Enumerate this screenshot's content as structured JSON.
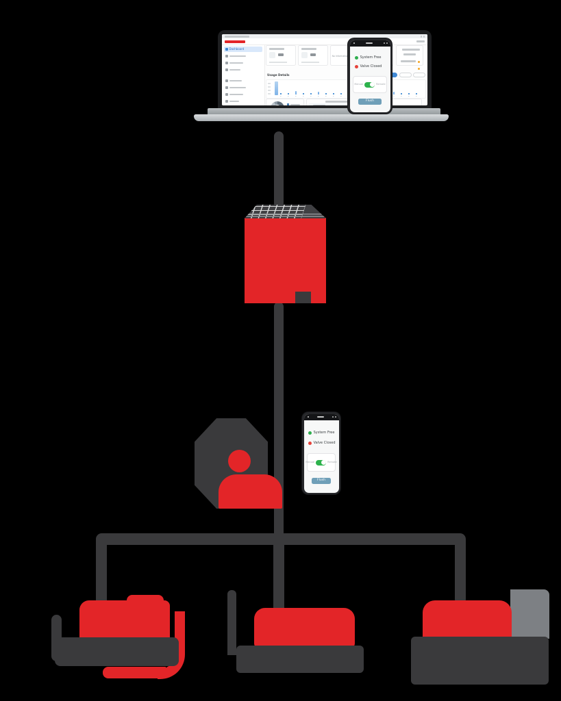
{
  "colors": {
    "background": "#000000",
    "accent_red": "#e32528",
    "line_dark": "#3a3a3c",
    "machine_gray": "#7d8084",
    "dashboard_blue": "#3f88d4",
    "toggle_green": "#2db24c",
    "status_green": "#2eae4e",
    "status_red": "#e6423a",
    "button_blue": "#6f9fb8",
    "donut_slate": "#5d6b77",
    "warning_orange": "#f5a623"
  },
  "laptop": {
    "dashboard": {
      "sidebar_active_label": "Dashboard",
      "usage_header": "Usage Details",
      "empty_state": "No Information to Display"
    }
  },
  "phone_app": {
    "system_status": "System Free",
    "valve_status": "Valve Closed",
    "toggle_left_label": "Manual",
    "toggle_right_label": "Remote",
    "toggle_state": "Remote",
    "button_label": "Flush"
  }
}
